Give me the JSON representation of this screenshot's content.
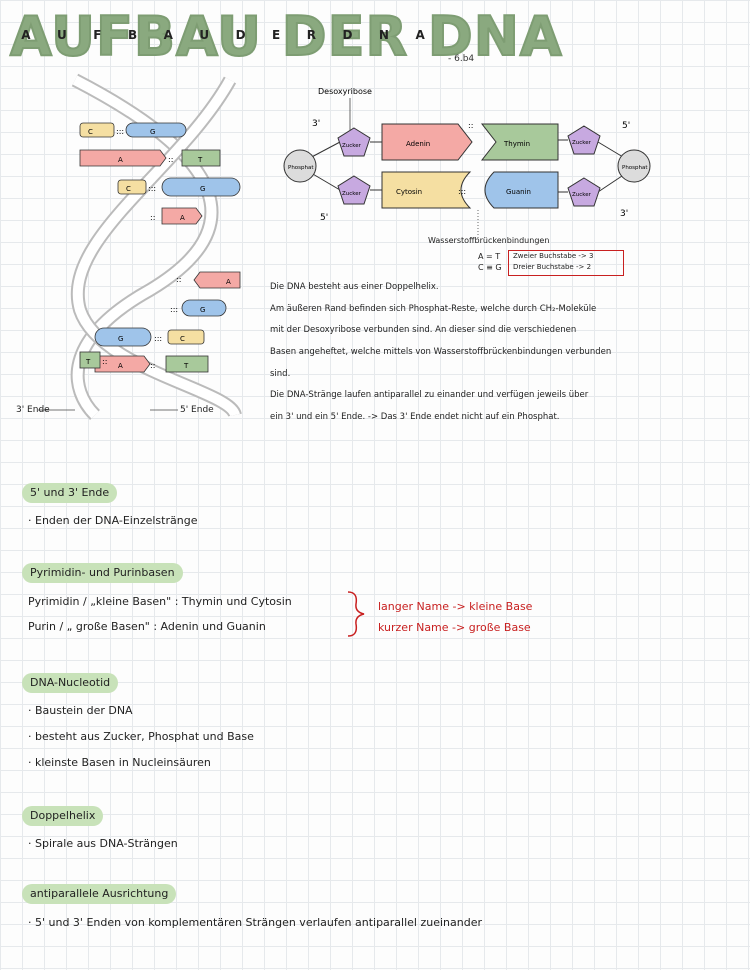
{
  "title": "AUFBAU DER DNA",
  "title_small": [
    "A",
    "U",
    "F",
    "B",
    "A",
    "U",
    "D",
    "E",
    "R",
    "D",
    "N",
    "A"
  ],
  "subtitle": "- 6.b4",
  "helix": {
    "pairs": [
      {
        "left": "C",
        "right": "G",
        "bonds": ":::"
      },
      {
        "left": "A",
        "right": "T",
        "bonds": "::"
      },
      {
        "left": "C",
        "right": "G",
        "bonds": ":::"
      },
      {
        "left": "",
        "right": "A",
        "bonds": "::"
      },
      {
        "left": "",
        "right": "A",
        "bonds": "::"
      },
      {
        "left": "",
        "right": "G",
        "bonds": ":::"
      },
      {
        "left": "G",
        "right": "C",
        "bonds": ":::"
      },
      {
        "left": "A",
        "right": "T",
        "bonds": "::"
      },
      {
        "left": "T",
        "right": "A",
        "bonds": "::"
      }
    ],
    "end_left": "3' Ende",
    "end_right": "5' Ende"
  },
  "diagram": {
    "desoxyribose_label": "Desoxyribose",
    "three_prime_top": "3'",
    "five_prime_top": "5'",
    "five_prime_bottom": "5'",
    "three_prime_bottom": "3'",
    "phosphat_left": "Phosphat",
    "phosphat_right": "Phosphat",
    "zucker_top_left": "Zucker",
    "zucker_bottom_left": "Zucker",
    "zucker_top_right": "Zucker",
    "zucker_bottom_right": "Zucker",
    "adenin": "Adenin",
    "thymin": "Thymin",
    "cytosin": "Cytosin",
    "guanin": "Guanin",
    "bonds_label": "Wasserstoffbrückenbindungen",
    "pair_at": "A = T",
    "pair_cg": "C ≡ G",
    "hint_1": "Zweier Buchstabe -> 3",
    "hint_2": "Dreier Buchstabe -> 2"
  },
  "paragraph": [
    "Die DNA besteht aus einer Doppelhelix.",
    "Am äußeren Rand befinden sich Phosphat-Reste, welche durch CH₂-Moleküle",
    "mit der Desoxyribose verbunden sind. An dieser sind die verschiedenen",
    "Basen angeheftet, welche mittels von Wasserstoffbrückenbindungen verbunden",
    "sind.",
    "Die DNA-Stränge laufen antiparallel zu einander und verfügen jeweils über",
    "ein 3' und ein 5' Ende. -> Das 3' Ende endet nicht auf ein Phosphat."
  ],
  "sections": [
    {
      "heading": "5' und 3' Ende",
      "lines": [
        "· Enden der DNA-Einzelstränge"
      ]
    },
    {
      "heading": "Pyrimidin- und Purinbasen",
      "lines": [
        "Pyrimidin / „kleine Basen\" : Thymin und Cytosin",
        "Purin / „ große Basen\" : Adenin und Guanin"
      ]
    },
    {
      "heading": "DNA-Nucleotid",
      "lines": [
        "· Baustein der DNA",
        "· besteht aus Zucker, Phosphat und Base",
        "· kleinste Basen in Nucleinsäuren"
      ]
    },
    {
      "heading": "Doppelhelix",
      "lines": [
        "· Spirale aus DNA-Strängen"
      ]
    },
    {
      "heading": "antiparallele Ausrichtung",
      "lines": [
        "· 5' und 3' Enden von komplementären Strängen verlaufen antiparallel zueinander"
      ]
    }
  ],
  "notes": {
    "long_name": "langer Name -> kleine Base",
    "short_name": "kurzer Name -> große Base"
  },
  "colors": {
    "title_green": "#8aa97f",
    "highlight_green": "#c8e2b9",
    "adenin_pink": "#f4a9a5",
    "thymin_green": "#a8c99b",
    "cytosin_yellow": "#f5dfa2",
    "guanin_blue": "#9fc4ea",
    "sugar_purple": "#c7a9e0",
    "annotation_red": "#c82020"
  }
}
